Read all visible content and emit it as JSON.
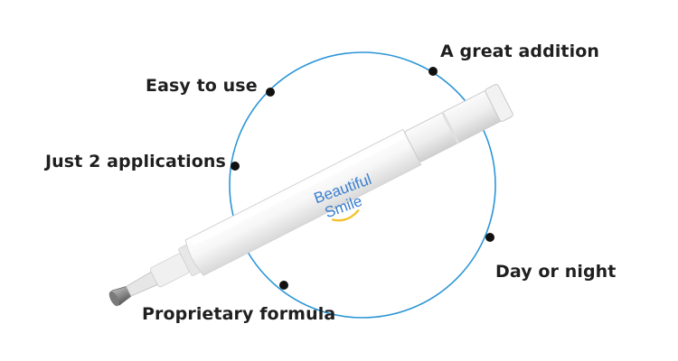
{
  "features": {
    "easy": "Easy to use",
    "great": "A great addition",
    "just": "Just 2 applications",
    "day": "Day or night",
    "proprietary": "Proprietary formula"
  },
  "brand": {
    "line1": "Beautiful",
    "line2": "Smile"
  },
  "colors": {
    "circle": "#2b95d6",
    "brand_blue": "#3a7fd0",
    "brand_smile": "#f2c230",
    "dot": "#111111",
    "text": "#1f1f1f"
  },
  "icons": [
    "whitening-pen",
    "feature-dot"
  ]
}
